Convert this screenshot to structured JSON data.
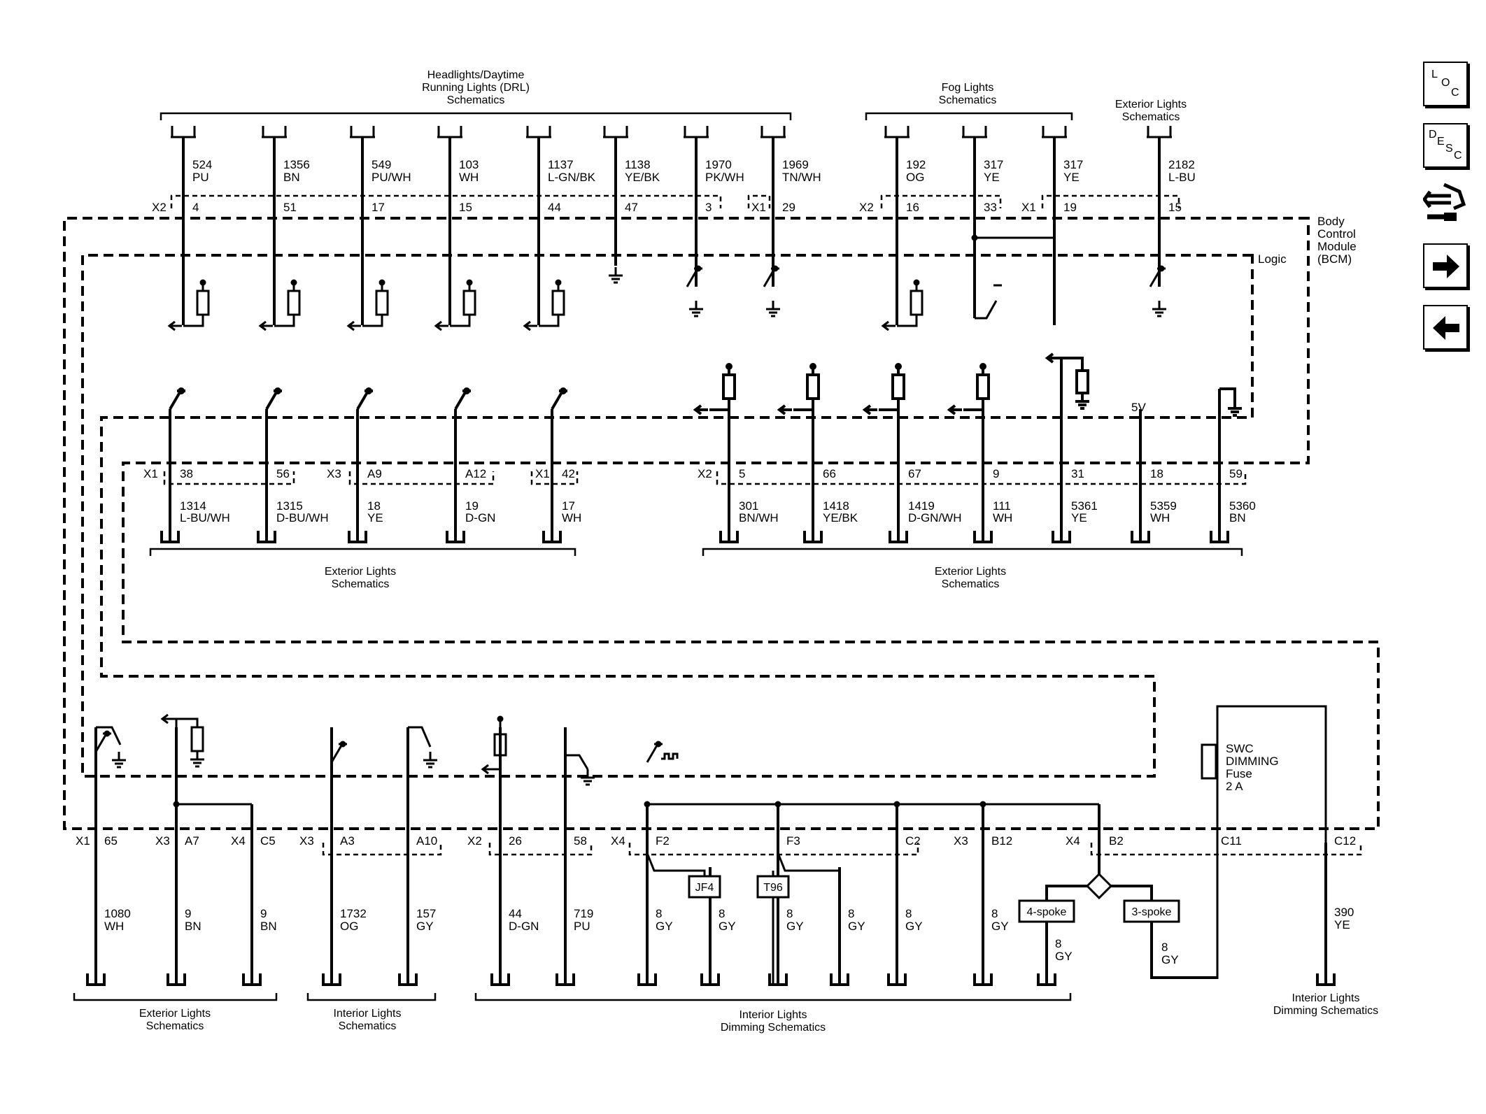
{
  "connectors_top": {
    "headlights_title": [
      "Headlights/Daytime",
      "Running Lights (DRL)",
      "Schematics"
    ],
    "fog_title": [
      "Fog Lights",
      "Schematics"
    ],
    "exterior_title": [
      "Exterior Lights",
      "Schematics"
    ]
  },
  "top_wires": [
    {
      "circuit": "524",
      "color": "PU",
      "pin": "4"
    },
    {
      "circuit": "1356",
      "color": "BN",
      "pin": "51"
    },
    {
      "circuit": "549",
      "color": "PU/WH",
      "pin": "17"
    },
    {
      "circuit": "103",
      "color": "WH",
      "pin": "15"
    },
    {
      "circuit": "1137",
      "color": "L-GN/BK",
      "pin": "44"
    },
    {
      "circuit": "1138",
      "color": "YE/BK",
      "pin": "47"
    },
    {
      "circuit": "1970",
      "color": "PK/WH",
      "pin": "3"
    },
    {
      "circuit": "1969",
      "color": "TN/WH",
      "pin": "29"
    },
    {
      "circuit": "192",
      "color": "OG",
      "pin": "16"
    },
    {
      "circuit": "317",
      "color": "YE",
      "pin": "33"
    },
    {
      "circuit": "317",
      "color": "YE",
      "pin": "19"
    },
    {
      "circuit": "2182",
      "color": "L-BU",
      "pin": "15"
    }
  ],
  "top_connectors": {
    "x2_a": "X2",
    "x1_a": "X1",
    "x2_b": "X2",
    "x1_b": "X1"
  },
  "module": {
    "name": [
      "Body",
      "Control",
      "Module",
      "(BCM)"
    ],
    "logic": "Logic",
    "five_v": "5V"
  },
  "mid_wires_left": [
    {
      "circuit": "1314",
      "color": "L-BU/WH",
      "pin": "38"
    },
    {
      "circuit": "1315",
      "color": "D-BU/WH",
      "pin": "56"
    },
    {
      "circuit": "18",
      "color": "YE",
      "pin": "A9"
    },
    {
      "circuit": "19",
      "color": "D-GN",
      "pin": "A12"
    },
    {
      "circuit": "17",
      "color": "WH",
      "pin": "42"
    }
  ],
  "mid_wires_right": [
    {
      "circuit": "301",
      "color": "BN/WH",
      "pin": "5"
    },
    {
      "circuit": "1418",
      "color": "YE/BK",
      "pin": "66"
    },
    {
      "circuit": "1419",
      "color": "D-GN/WH",
      "pin": "67"
    },
    {
      "circuit": "111",
      "color": "WH",
      "pin": "9"
    },
    {
      "circuit": "5361",
      "color": "YE",
      "pin": "31"
    },
    {
      "circuit": "5359",
      "color": "WH",
      "pin": "18"
    },
    {
      "circuit": "5360",
      "color": "BN",
      "pin": "59"
    }
  ],
  "mid_connectors": {
    "x1_a": "X1",
    "x3": "X3",
    "x1_b": "X1",
    "x2": "X2"
  },
  "mid_titles": {
    "left": [
      "Exterior Lights",
      "Schematics"
    ],
    "right": [
      "Exterior Lights",
      "Schematics"
    ]
  },
  "bottom_wires": [
    {
      "circuit": "1080",
      "color": "WH",
      "pin": "65"
    },
    {
      "circuit": "9",
      "color": "BN",
      "pin": "A7"
    },
    {
      "circuit": "9",
      "color": "BN",
      "pin": "C5"
    },
    {
      "circuit": "1732",
      "color": "OG",
      "pin": "A3"
    },
    {
      "circuit": "157",
      "color": "GY",
      "pin": "A10"
    },
    {
      "circuit": "44",
      "color": "D-GN",
      "pin": "26"
    },
    {
      "circuit": "719",
      "color": "PU",
      "pin": "58"
    },
    {
      "circuit": "8",
      "color": "GY",
      "pin": "F2"
    },
    {
      "circuit": "8",
      "color": "GY",
      "pin": ""
    },
    {
      "circuit": "8",
      "color": "GY",
      "pin": "F3"
    },
    {
      "circuit": "8",
      "color": "GY",
      "pin": ""
    },
    {
      "circuit": "8",
      "color": "GY",
      "pin": "C2"
    },
    {
      "circuit": "8",
      "color": "GY",
      "pin": "B12"
    },
    {
      "circuit": "8",
      "color": "GY",
      "pin": "B2"
    },
    {
      "circuit": "8",
      "color": "GY",
      "pin": ""
    },
    {
      "circuit": "390",
      "color": "YE",
      "pin": "C12"
    }
  ],
  "bottom_connectors": {
    "x1": "X1",
    "x3_a": "X3",
    "x4_a": "X4",
    "x3_b": "X3",
    "x2": "X2",
    "x4_b": "X4",
    "x3_c": "X3",
    "x4_c": "X4",
    "c11": "C11"
  },
  "splices": {
    "jf4": "JF4",
    "t96": "T96",
    "four_spoke": "4-spoke",
    "three_spoke": "3-spoke"
  },
  "fuse": [
    "SWC",
    "DIMMING",
    "Fuse",
    "2 A"
  ],
  "bottom_titles": {
    "exterior": [
      "Exterior Lights",
      "Schematics"
    ],
    "interior": [
      "Interior Lights",
      "Schematics"
    ],
    "dimming": [
      "Interior Lights",
      "Dimming Schematics"
    ],
    "dimming_right": [
      "Interior Lights",
      "Dimming Schematics"
    ]
  },
  "nav": {
    "loc": "LOC",
    "desc": "DESC"
  }
}
